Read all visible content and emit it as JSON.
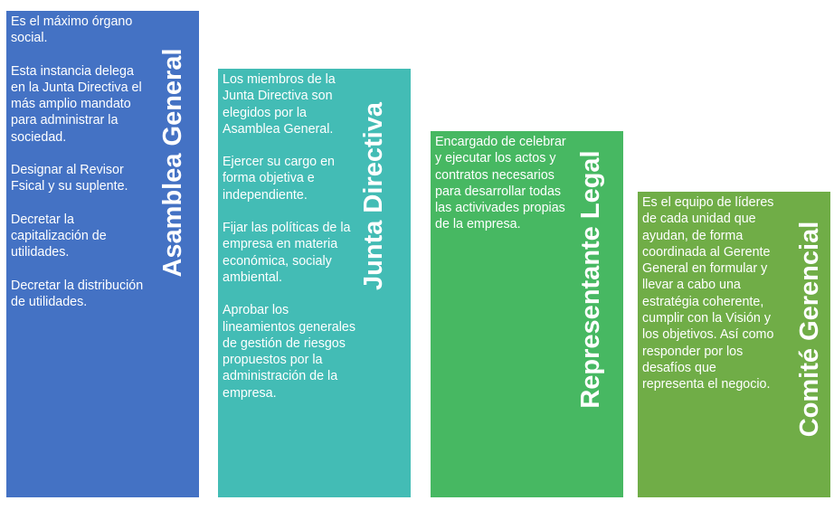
{
  "blocks": [
    {
      "title": "Asamblea General",
      "color": "#4472c4",
      "items": [
        "Es el máximo órgano social.",
        "Esta instancia delega en la Junta Directiva el más amplio mandato para administrar la sociedad.",
        "Designar al Revisor Fsical y su suplente.",
        "Decretar la capitalización de utilidades.",
        "Decretar la distribución de utilidades."
      ]
    },
    {
      "title": "Junta Directiva",
      "color": "#43bcb5",
      "items": [
        " Los miembros de la Junta Directiva son elegidos por la Asamblea General.",
        "Ejercer su cargo en forma objetiva e independiente.",
        "Fijar las políticas de la empresa en materia económica, socialy ambiental.",
        "Aprobar los lineamientos generales de gestión de riesgos propuestos por la administración de la empresa."
      ]
    },
    {
      "title": "Representante Legal",
      "color": "#47b862",
      "items": [
        " Encargado de celebrar y ejecutar los actos y contratos necesarios para desarrollar todas las activivades propias de la empresa."
      ]
    },
    {
      "title": "Comité Gerencial",
      "color": "#70ad47",
      "items": [
        " Es el equipo de líderes de cada unidad que ayudan, de forma coordinada al Gerente General en formular y llevar a cabo una estratégia coherente, cumplir con la Visión y los objetivos. Así como responder por los desafíos que representa el negocio."
      ]
    }
  ]
}
